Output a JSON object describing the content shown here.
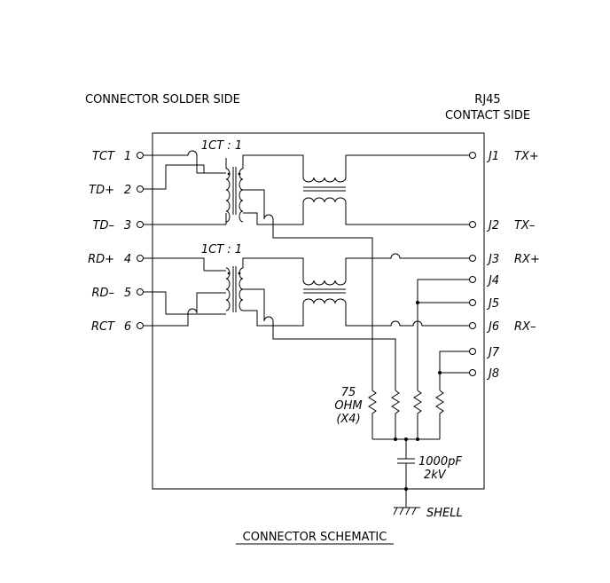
{
  "labels": {
    "solder_side": "CONNECTOR SOLDER SIDE",
    "rj45": "RJ45",
    "contact_side": "CONTACT SIDE",
    "title": "CONNECTOR SCHEMATIC",
    "shell": "SHELL",
    "cap_value": "1000pF",
    "cap_rating": "2kV",
    "res_value": "75",
    "res_unit": "OHM",
    "res_count": "(X4)"
  },
  "transformers": [
    {
      "ratio": "1CT  :  1"
    },
    {
      "ratio": "1CT  :  1"
    }
  ],
  "left_pins": [
    {
      "name": "TCT",
      "num": "1"
    },
    {
      "name": "TD+",
      "num": "2"
    },
    {
      "name": "TD–",
      "num": "3"
    },
    {
      "name": "RD+",
      "num": "4"
    },
    {
      "name": "RD–",
      "num": "5"
    },
    {
      "name": "RCT",
      "num": "6"
    }
  ],
  "right_pins": [
    {
      "pin": "J1",
      "name": "TX+"
    },
    {
      "pin": "J2",
      "name": "TX–"
    },
    {
      "pin": "J3",
      "name": "RX+"
    },
    {
      "pin": "J4",
      "name": ""
    },
    {
      "pin": "J5",
      "name": ""
    },
    {
      "pin": "J6",
      "name": "RX–"
    },
    {
      "pin": "J7",
      "name": ""
    },
    {
      "pin": "J8",
      "name": ""
    }
  ]
}
